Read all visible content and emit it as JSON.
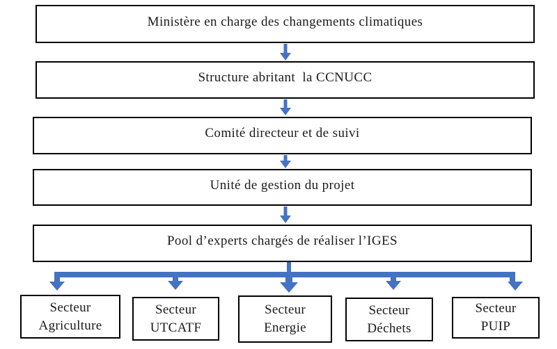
{
  "flowchart": {
    "levels": [
      {
        "label": "Ministère en charge des changements climatiques"
      },
      {
        "label": "Structure abritant  la CCNUCC"
      },
      {
        "label": "Comité directeur et de suivi"
      },
      {
        "label": "Unité de gestion du projet"
      },
      {
        "label": "Pool d’experts chargés de réaliser l’IGES"
      }
    ],
    "sectors": [
      {
        "line1": "Secteur",
        "line2": "Agriculture"
      },
      {
        "line1": "Secteur",
        "line2": "UTCATF"
      },
      {
        "line1": "Secteur",
        "line2": "Energie"
      },
      {
        "line1": "Secteur",
        "line2": "Déchets"
      },
      {
        "line1": "Secteur",
        "line2": "PUIP"
      }
    ],
    "colors": {
      "arrow": "#4472C4",
      "box_border": "#000000",
      "box_fill": "#FFFFFF"
    }
  }
}
